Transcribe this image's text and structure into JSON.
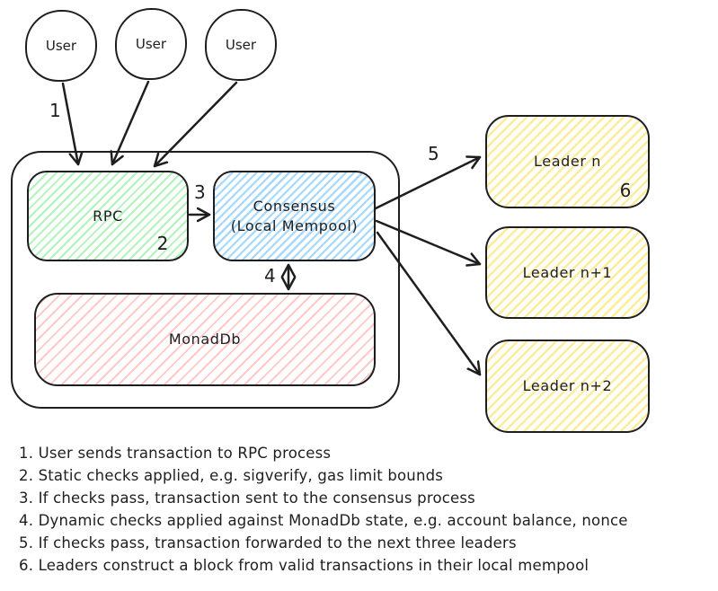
{
  "colors": {
    "stroke": "#1e1e1e",
    "rpc_fill": "#b2f2bb",
    "consensus_fill": "#a5d8ff",
    "monaddb_fill": "#ffc9c9",
    "leader_fill": "#ffec99",
    "background": "#ffffff"
  },
  "nodes": {
    "users": [
      {
        "label": "User"
      },
      {
        "label": "User"
      },
      {
        "label": "User"
      }
    ],
    "rpc": {
      "label": "RPC",
      "step_badge": "2"
    },
    "consensus": {
      "line1": "Consensus",
      "line2": "(Local Mempool)"
    },
    "monaddb": {
      "label": "MonadDb"
    },
    "leaders": [
      {
        "label": "Leader n",
        "step_badge": "6"
      },
      {
        "label": "Leader n+1"
      },
      {
        "label": "Leader n+2"
      }
    ]
  },
  "arrow_labels": {
    "user_to_rpc": "1",
    "rpc_to_consensus": "3",
    "consensus_monaddb": "4",
    "consensus_to_leaders": "5"
  },
  "steps": [
    "1. User sends transaction to RPC process",
    "2. Static checks applied, e.g. sigverify, gas limit bounds",
    "3. If checks pass, transaction sent to the consensus process",
    "4. Dynamic checks applied against MonadDb state, e.g. account balance, nonce",
    "5. If checks pass, transaction forwarded to the next three leaders",
    "6. Leaders construct a block from valid transactions in their local mempool"
  ]
}
